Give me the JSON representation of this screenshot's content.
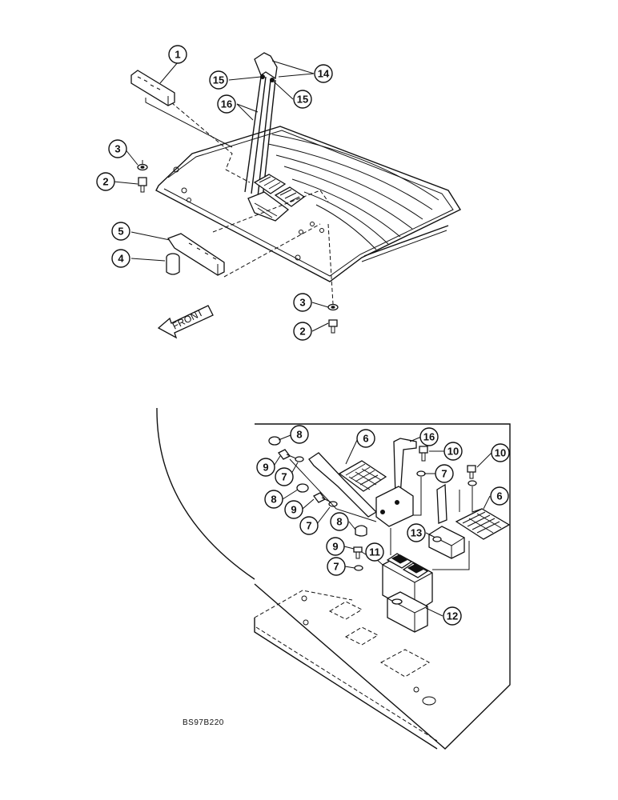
{
  "front_label": "FRONT",
  "drawing_code": "BS97B220",
  "callouts": {
    "top": {
      "c1": "1",
      "c14": "14",
      "c15a": "15",
      "c15b": "15",
      "c16": "16",
      "c3a": "3",
      "c2a": "2",
      "c5": "5",
      "c4": "4",
      "c3b": "3",
      "c2b": "2"
    },
    "bottom": {
      "c8a": "8",
      "c6a": "6",
      "c16": "16",
      "c10a": "10",
      "c10b": "10",
      "c9a": "9",
      "c7a": "7",
      "c7b": "7",
      "c8b": "8",
      "c9b": "9",
      "c7c": "7",
      "c6b": "6",
      "c8c": "8",
      "c13": "13",
      "c9c": "9",
      "c11": "11",
      "c7d": "7",
      "c12": "12"
    }
  }
}
